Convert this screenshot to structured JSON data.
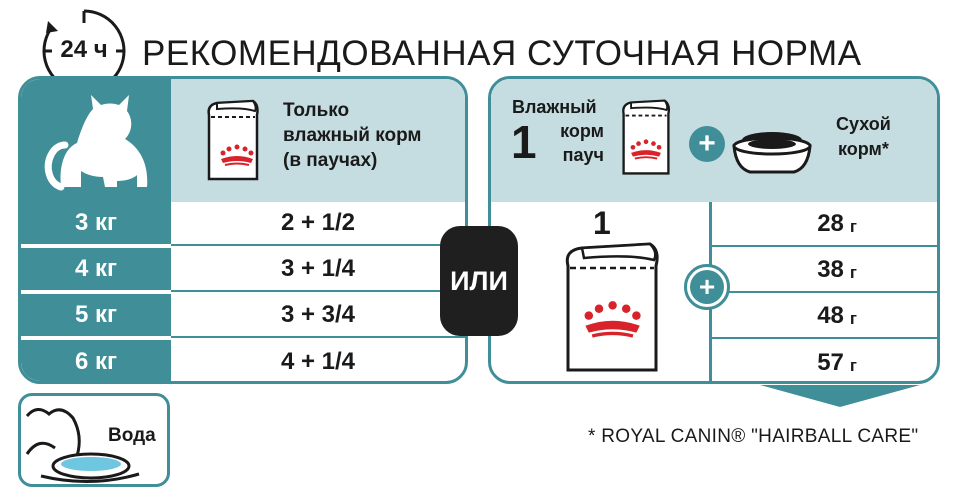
{
  "header": {
    "clock_label": "24 ч",
    "title": "РЕКОМЕНДОВАННАЯ СУТОЧНАЯ НОРМА"
  },
  "left_table": {
    "header_text": [
      "Только",
      "влажный корм",
      "(в паучах)"
    ],
    "rows": [
      {
        "weight": "3 кг",
        "value": "2 + 1/2"
      },
      {
        "weight": "4 кг",
        "value": "3 + 1/4"
      },
      {
        "weight": "5 кг",
        "value": "3 + 3/4"
      },
      {
        "weight": "6 кг",
        "value": "4 + 1/4"
      }
    ]
  },
  "or_label": "ИЛИ",
  "right_table": {
    "wet_text": [
      "Влажный",
      "корм",
      "пауч"
    ],
    "wet_count": "1",
    "dry_text": [
      "Сухой",
      "корм*"
    ],
    "pouch_count": "1",
    "rows": [
      {
        "amount": "28",
        "unit": "г"
      },
      {
        "amount": "38",
        "unit": "г"
      },
      {
        "amount": "48",
        "unit": "г"
      },
      {
        "amount": "57",
        "unit": "г"
      }
    ]
  },
  "water_label": "Вода",
  "footnote": "* ROYAL CANIN® \"HAIRBALL CARE\"",
  "colors": {
    "teal": "#3f8e98",
    "light_teal": "#c5dde1",
    "brand_red": "#d8232a",
    "dark": "#1f1f1f"
  },
  "icons": [
    "clock-icon",
    "cat-icon",
    "pouch-icon",
    "crown-logo-icon",
    "bowl-icon",
    "plus-icon",
    "water-bowl-icon",
    "arrow-down-icon"
  ]
}
